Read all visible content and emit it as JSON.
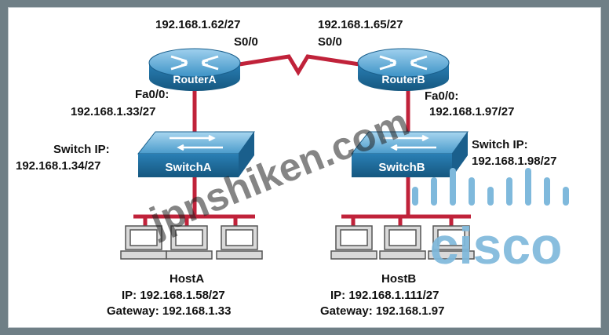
{
  "routerA": {
    "name": "RouterA",
    "serial_ip": "192.168.1.62/27",
    "serial_if": "S0/0",
    "fa_if": "Fa0/0:",
    "fa_ip": "192.168.1.33/27"
  },
  "routerB": {
    "name": "RouterB",
    "serial_ip": "192.168.1.65/27",
    "serial_if": "S0/0",
    "fa_if": "Fa0/0:",
    "fa_ip": "192.168.1.97/27"
  },
  "switchA": {
    "name": "SwitchA",
    "ip_label": "Switch IP:",
    "ip": "192.168.1.34/27"
  },
  "switchB": {
    "name": "SwitchB",
    "ip_label": "Switch IP:",
    "ip": "192.168.1.98/27"
  },
  "hostA": {
    "name": "HostA",
    "ip": "IP: 192.168.1.58/27",
    "gateway": "Gateway: 192.168.1.33"
  },
  "hostB": {
    "name": "HostB",
    "ip": "IP: 192.168.1.111/27",
    "gateway": "Gateway: 192.168.1.97"
  },
  "watermark": "jpnshiken.com",
  "logo": "cisco",
  "colors": {
    "link": "#c0223a",
    "device": "#2f86b8",
    "device_dark": "#1a5f8c",
    "logo": "#7fb9dc",
    "background": "#6f7f86"
  }
}
